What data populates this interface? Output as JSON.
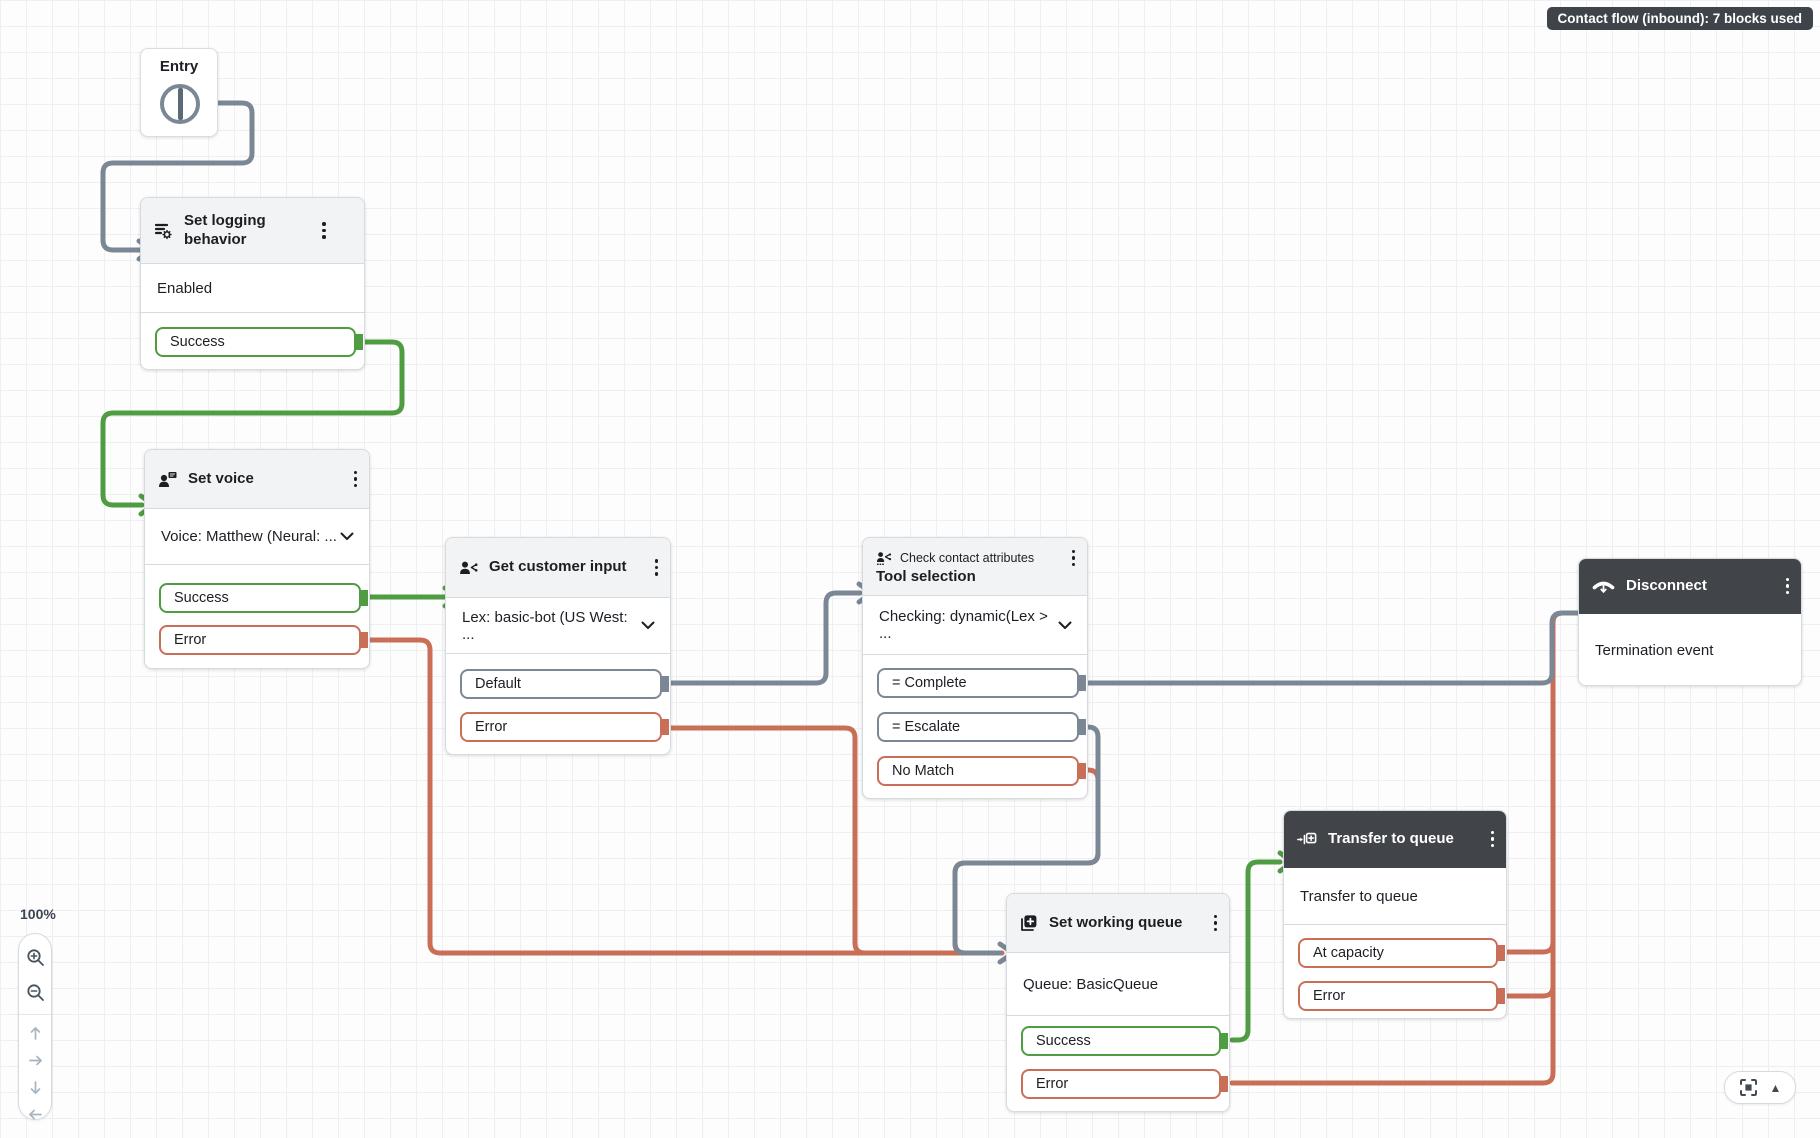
{
  "badge": {
    "label": "Contact flow (inbound): 7 blocks used"
  },
  "controls": {
    "zoom_level": "100%",
    "collapse_glyph": "▲"
  },
  "colors": {
    "success": "#4f9c43",
    "error": "#c96f58",
    "neutral": "#7b8794",
    "dark_header": "#414549",
    "badge_bg": "#3f434a"
  },
  "nodes": [
    {
      "id": "entry",
      "title": "Entry"
    },
    {
      "id": "set-logging-behavior",
      "title": "Set logging behavior",
      "param": "Enabled",
      "outputs": [
        {
          "label": "Success",
          "type": "success"
        }
      ]
    },
    {
      "id": "set-voice",
      "title": "Set voice",
      "param": "Voice: Matthew (Neural: ...",
      "outputs": [
        {
          "label": "Success",
          "type": "success"
        },
        {
          "label": "Error",
          "type": "error"
        }
      ]
    },
    {
      "id": "get-customer-input",
      "title": "Get customer input",
      "param": "Lex: basic-bot (US West: ...",
      "outputs": [
        {
          "label": "Default",
          "type": "neutral"
        },
        {
          "label": "Error",
          "type": "error"
        }
      ]
    },
    {
      "id": "check-contact-attributes",
      "category": "Check contact attributes",
      "title": "Tool selection",
      "param": "Checking: dynamic(Lex > ...",
      "outputs": [
        {
          "label": "= Complete",
          "type": "neutral"
        },
        {
          "label": "= Escalate",
          "type": "neutral"
        },
        {
          "label": "No Match",
          "type": "error"
        }
      ]
    },
    {
      "id": "disconnect",
      "title": "Disconnect",
      "param": "Termination event"
    },
    {
      "id": "transfer-to-queue",
      "title": "Transfer to queue",
      "param": "Transfer to queue",
      "outputs": [
        {
          "label": "At capacity",
          "type": "error"
        },
        {
          "label": "Error",
          "type": "error"
        }
      ]
    },
    {
      "id": "set-working-queue",
      "title": "Set working queue",
      "param": "Queue: BasicQueue",
      "outputs": [
        {
          "label": "Success",
          "type": "success"
        },
        {
          "label": "Error",
          "type": "error"
        }
      ]
    }
  ]
}
